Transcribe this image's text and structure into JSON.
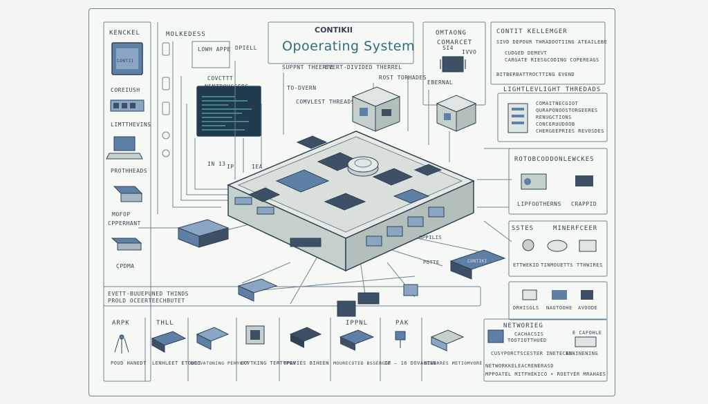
{
  "header": {
    "title_small": "CONTIKII",
    "title_large": "Opoerating System"
  },
  "left_column": {
    "title": "KENCKEL",
    "chip_label": "CONTII",
    "labels": [
      "COREIUSH",
      "LIMTTHEVINS",
      "PROTHHEADS",
      "MOFOP",
      "CPPERHANT",
      "ÇPDMA"
    ]
  },
  "mid_left": {
    "header": "MOLKEDESS",
    "low_app": "LOWH APPE",
    "dpiell": "DPIELL",
    "terminal_title1": "COVCTTT",
    "terminal_title2": "NENTROUCCERS",
    "labels": [
      "IN 13",
      "IP",
      "IEA"
    ]
  },
  "center": {
    "support_threads": "SUPPNT THEERTE",
    "event_thread": "EVERT-DIVIDED THERREL",
    "rost_threads": "ROST TORHADES",
    "to_dvern": "TO-DVERN",
    "comvlest_threads": "COMVLEST THREADS",
    "ebernal": "EBERNAL",
    "right_small": [
      "SI4",
      "IVVO"
    ],
    "chip_text": "CONTIKI",
    "rail_labels": [
      "OPPILIS",
      "POTTE"
    ]
  },
  "right_top": {
    "omtaong": "OMTAONG",
    "comarcet": "COMARCET",
    "contit": "CONTIT KELLEMGER",
    "lines": [
      "SIVD DEPOUR THRADDOTIING ATEAILEBE",
      "CUDGED DEMEVT",
      "CARGATE RIESGCODING COPEREAGS"
    ],
    "footer": "BITBERBATTROCTTING EVEND"
  },
  "lightweight": {
    "title": "LIGHTLEVLIGHT THREDADS",
    "lines": [
      "COMAITNECGIOT",
      "QURAPONOOSTORGEERES",
      "RENUGCTIONS",
      "CONCERUUDOOB",
      "CHERGEEPRIES REVOSDES"
    ]
  },
  "protocol": {
    "title": "ROTOBCODDONLEWCKES",
    "items": [
      "LIPFOOTHERNS",
      "CRAPPID"
    ]
  },
  "sstes": {
    "title1": "SSTES",
    "title2": "MINERFCEER",
    "items": [
      "ETTWEKID",
      "TINMOUETTS",
      "TTHWIRES"
    ]
  },
  "right_bottom": {
    "items": [
      "DRHISGLS",
      "NAGTOOHE",
      "AVOODE"
    ]
  },
  "networking": {
    "title": "NETWORIEG",
    "sub1": "CACHACSIS",
    "sub2": "TOOTIOTTHUED",
    "right": "E CAFOHLE",
    "lines": [
      "CUSYPORCTSCESTER INETECAS",
      "ENNINENING"
    ],
    "footer": "NETWORKKELEACRENERASD",
    "footer2": "MPPOATEL MITFHEKICO • ROETYER MRAHAES"
  },
  "bottom_bar": {
    "event_title": "EVETT-BUUEPUNED THINDS",
    "event_sub": "PROLD OCEERTEECHBUTET"
  },
  "bottom_modules": [
    {
      "title": "ARPK",
      "sub": "POUD HANEDT"
    },
    {
      "title": "THLL",
      "sub": "LENHLEET ETOUII"
    },
    {
      "title": "",
      "sub": "DROVATONING PEHYURT"
    },
    {
      "title": "",
      "sub": "COYTKING TERTYPEN"
    },
    {
      "title": "",
      "sub": "OPAVIES BIHEEN"
    },
    {
      "title": "IPPNL",
      "sub": "MOURECOTED BSSERGGE"
    },
    {
      "title": "PAK",
      "sub": "IP — 16 DOVAUTED"
    },
    {
      "title": "",
      "sub": "NEWARRES METIOMVORE"
    }
  ],
  "colors": {
    "line": "#6e8290",
    "teal": "#2b6d7e",
    "chip": "#5e7fa6",
    "chip_dark": "#3d5065",
    "board": "#cfd6cf",
    "terminal": "#1f3b4d"
  }
}
